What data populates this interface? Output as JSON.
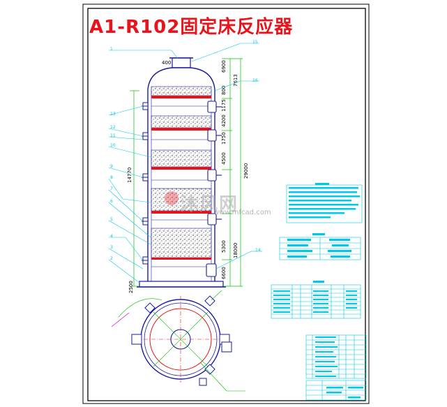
{
  "title": "A1-R102固定床反应器",
  "watermark": {
    "text": "沐风网",
    "url": "www.mfcad.com"
  },
  "dimensions": {
    "d6900": "6900",
    "d7613": "7613",
    "d29000": "29000",
    "d14770": "14770",
    "d18000": "18000",
    "d5300": "5300",
    "d6600": "6600",
    "d2500": "2500",
    "d4500": "4500",
    "d4200": "4200",
    "d1750": "1750",
    "d1175": "1175",
    "d800": "800",
    "d400": "400"
  },
  "callouts": [
    "15",
    "16",
    "14",
    "13",
    "12",
    "11",
    "10",
    "9",
    "8",
    "7",
    "6",
    "5",
    "4",
    "3",
    "2",
    "1"
  ],
  "colors": {
    "frame": "#000000",
    "vessel": "#1a1aa0",
    "tray": "#e8141b",
    "annotation": "#00c8e6",
    "plan_circle": "#e8141b",
    "leader_green": "#00c000",
    "magenta": "#d400d4",
    "table": "#00c8e6",
    "watermark_text": "#aaaaaa"
  }
}
